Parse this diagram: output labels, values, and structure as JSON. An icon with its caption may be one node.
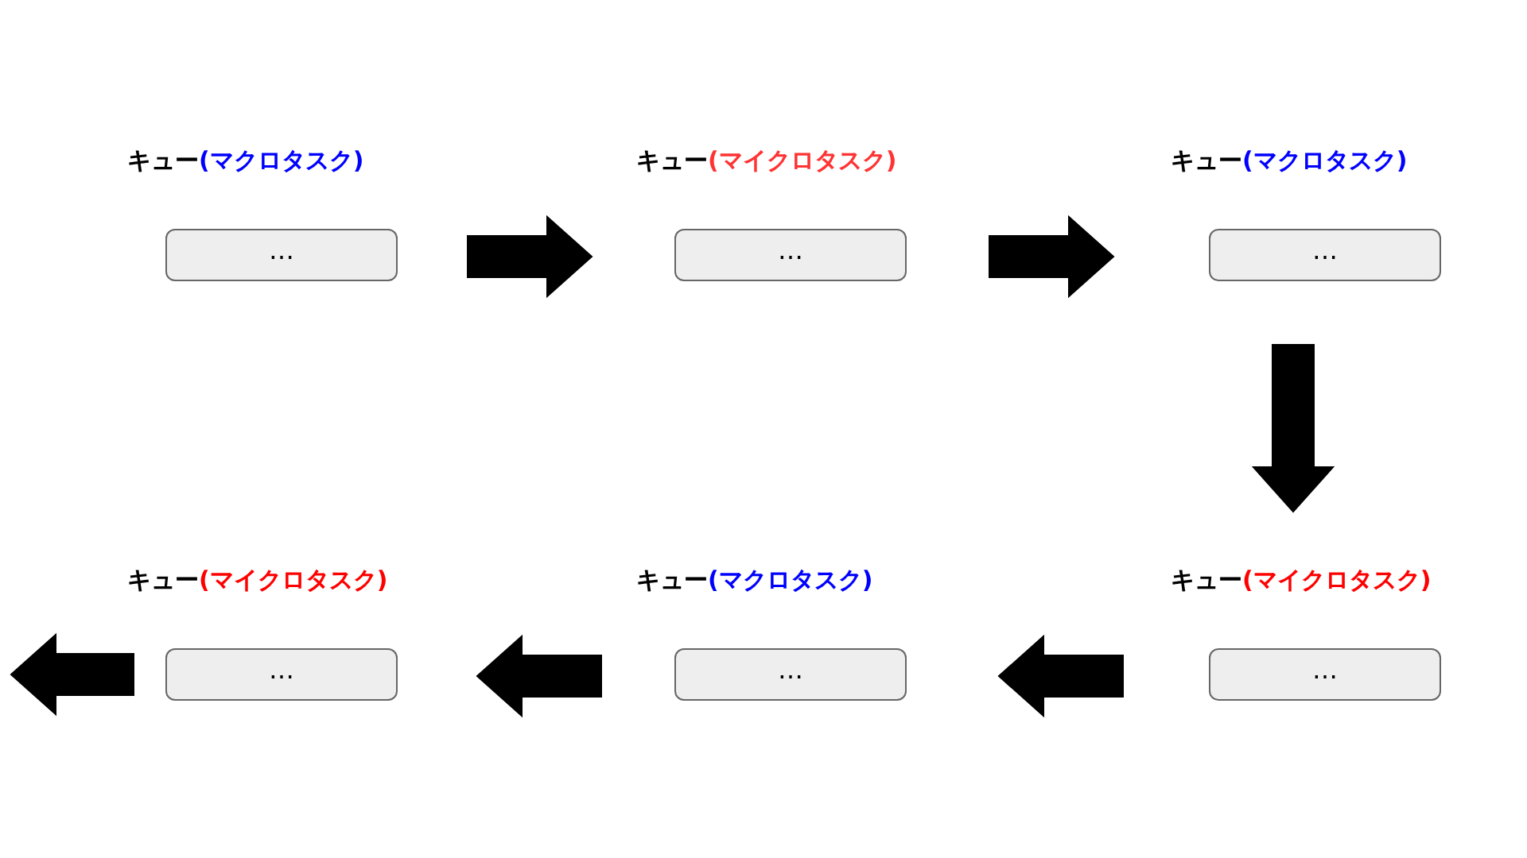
{
  "diagram": {
    "nodes": [
      {
        "text": [
          "キュー",
          "(マクロタスク)",
          "…"
        ]
      },
      {
        "text": [
          "キュー",
          "(マイクロタスク)",
          "…"
        ]
      },
      {
        "text": [
          "キュー",
          "(マクロタスク)",
          "…"
        ]
      },
      {
        "text": [
          "キュー",
          "(マイクロタスク)",
          "…"
        ]
      },
      {
        "text": [
          "キュー",
          "(マクロタスク)",
          "…"
        ]
      },
      {
        "text": [
          "キュー",
          "(マイクロタスク)",
          "…"
        ]
      }
    ],
    "edges": [
      {
        "from": 0,
        "to": 1,
        "arrow": "to",
        "style": "thick"
      },
      {
        "from": 1,
        "to": 2,
        "arrow": "to",
        "style": "thick"
      },
      {
        "from": 2,
        "to": 3,
        "arrow": "to",
        "style": "thick"
      },
      {
        "from": 3,
        "to": 4,
        "arrow": "to",
        "style": "thick"
      },
      {
        "from": 4,
        "to": 5,
        "arrow": "to",
        "style": "thick"
      },
      {
        "from": 5,
        "to": null,
        "arrow": "to",
        "style": "thick"
      }
    ]
  }
}
